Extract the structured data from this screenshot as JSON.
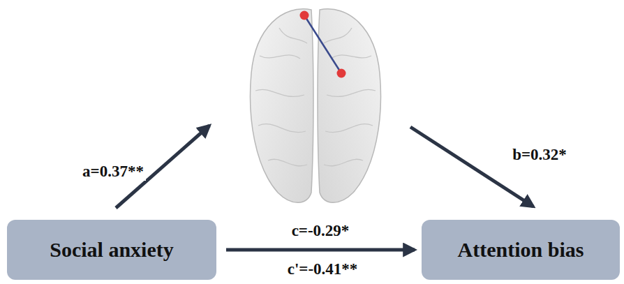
{
  "diagram": {
    "nodes": [
      {
        "text": [
          "Social anxiety"
        ]
      },
      {
        "text": [
          "Attention bias"
        ]
      }
    ],
    "edges": [
      {
        "from": 0,
        "to": 1,
        "arrow": "to",
        "label": "c=-0.29*"
      }
    ],
    "labels": [
      "a=0.37**",
      "b=0.32*",
      "c'=-0.41**"
    ]
  }
}
